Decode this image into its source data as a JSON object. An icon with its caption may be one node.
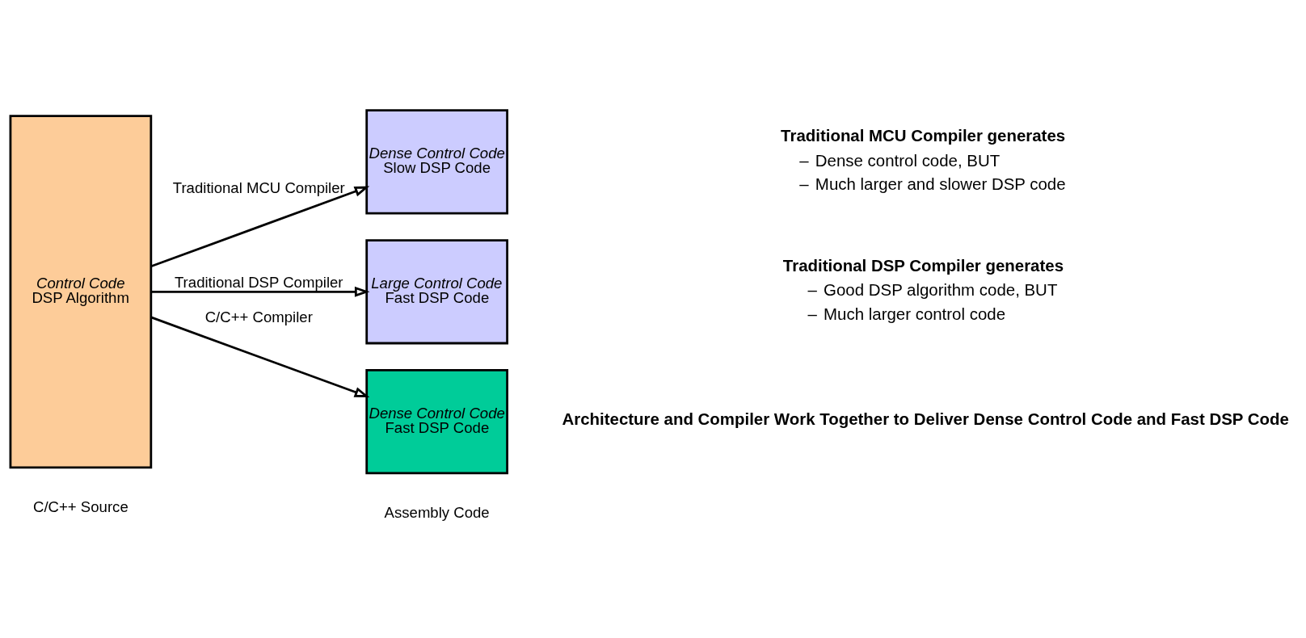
{
  "diagram": {
    "nodes": [
      {
        "text": [
          "Control Code",
          "DSP Algorithm"
        ]
      },
      {
        "text": [
          "Dense Control Code",
          "Slow DSP Code"
        ]
      },
      {
        "text": [
          "Large Control Code",
          "Fast DSP Code"
        ]
      },
      {
        "text": [
          "Dense Control Code",
          "Fast DSP Code"
        ]
      }
    ],
    "edges": [
      {
        "from": 0,
        "to": 1,
        "arrow": "to",
        "label": "Traditional MCU Compiler"
      },
      {
        "from": 0,
        "to": 2,
        "arrow": "to",
        "label": "Traditional DSP Compiler"
      },
      {
        "from": 0,
        "to": 3,
        "arrow": "to",
        "label": "C/C++ Compiler"
      }
    ],
    "labels": [
      "Traditional MCU Compiler generates",
      "–",
      "Dense control code, BUT",
      "–",
      "Much larger and slower DSP code",
      "Traditional DSP Compiler generates",
      "–",
      "Good DSP algorithm code, BUT",
      "–",
      "Much larger control code",
      "Architecture and Compiler Work Together to Deliver Dense Control Code and Fast DSP Code",
      "C/C++ Source",
      "Assembly Code"
    ]
  }
}
